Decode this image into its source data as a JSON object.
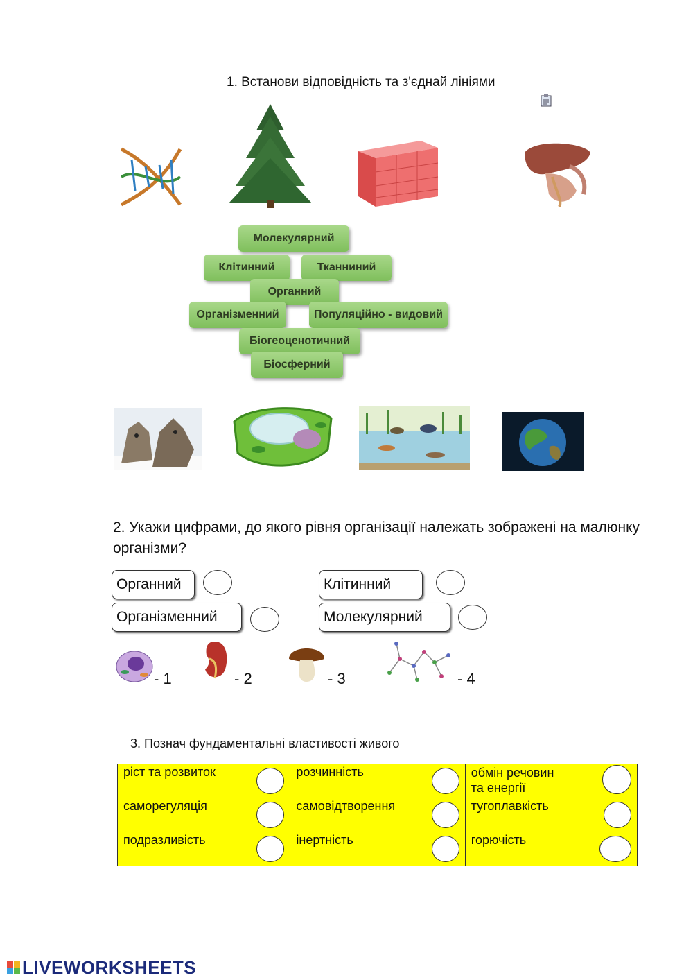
{
  "task1": {
    "title": "1. Встанови відповідність та з'єднай лініями",
    "levels": [
      "Молекулярний",
      "Клітинний",
      "Тканниний",
      "Органний",
      "Організменний",
      "Популяційно - видовий",
      "Біогеоценотичний",
      "Біосферний"
    ]
  },
  "task2": {
    "question": "2.  Укажи цифрами, до якого рівня організації належать зображені на малюнку організми?",
    "options": [
      "Органний",
      "Клітинний",
      "Організменний",
      "Молекулярний"
    ],
    "labels": [
      "- 1",
      "- 2",
      "-  3",
      "-  4"
    ]
  },
  "task3": {
    "title": "3. Познач фундаментальні властивості живого",
    "rows": [
      [
        "ріст та розвиток",
        "розчинність",
        "обмін речовин\n та енергії"
      ],
      [
        "саморегуляція",
        "самовідтворення",
        "тугоплавкість"
      ],
      [
        "подразливість",
        "інертність",
        "горючість"
      ]
    ]
  },
  "footer": {
    "brand": "LIVEWORKSHEETS"
  },
  "colors": {
    "button_green": "#8fca6b",
    "table_yellow": "#ffff00",
    "brand_blue": "#1b2a7a"
  }
}
